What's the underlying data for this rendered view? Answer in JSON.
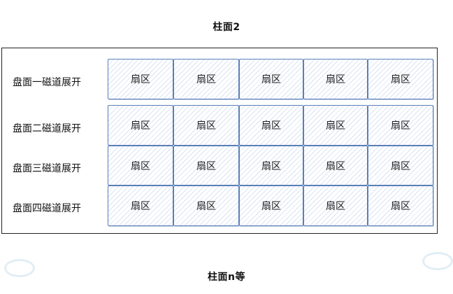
{
  "title_top": "柱面2",
  "title_bottom": "柱面n等",
  "rows": [
    {
      "label": "盘面一磁道展开",
      "sectors": [
        "扇区",
        "扇区",
        "扇区",
        "扇区",
        "扇区"
      ]
    },
    {
      "label": "盘面二磁道展开",
      "sectors": [
        "扇区",
        "扇区",
        "扇区",
        "扇区",
        "扇区"
      ]
    },
    {
      "label": "盘面三磁道展开",
      "sectors": [
        "扇区",
        "扇区",
        "扇区",
        "扇区",
        "扇区"
      ]
    },
    {
      "label": "盘面四磁道展开",
      "sectors": [
        "扇区",
        "扇区",
        "扇区",
        "扇区",
        "扇区"
      ]
    }
  ],
  "colors": {
    "sector_border": "#5a7fb8",
    "sector_hatch": "#9eb8de",
    "frame_border": "#222222"
  }
}
